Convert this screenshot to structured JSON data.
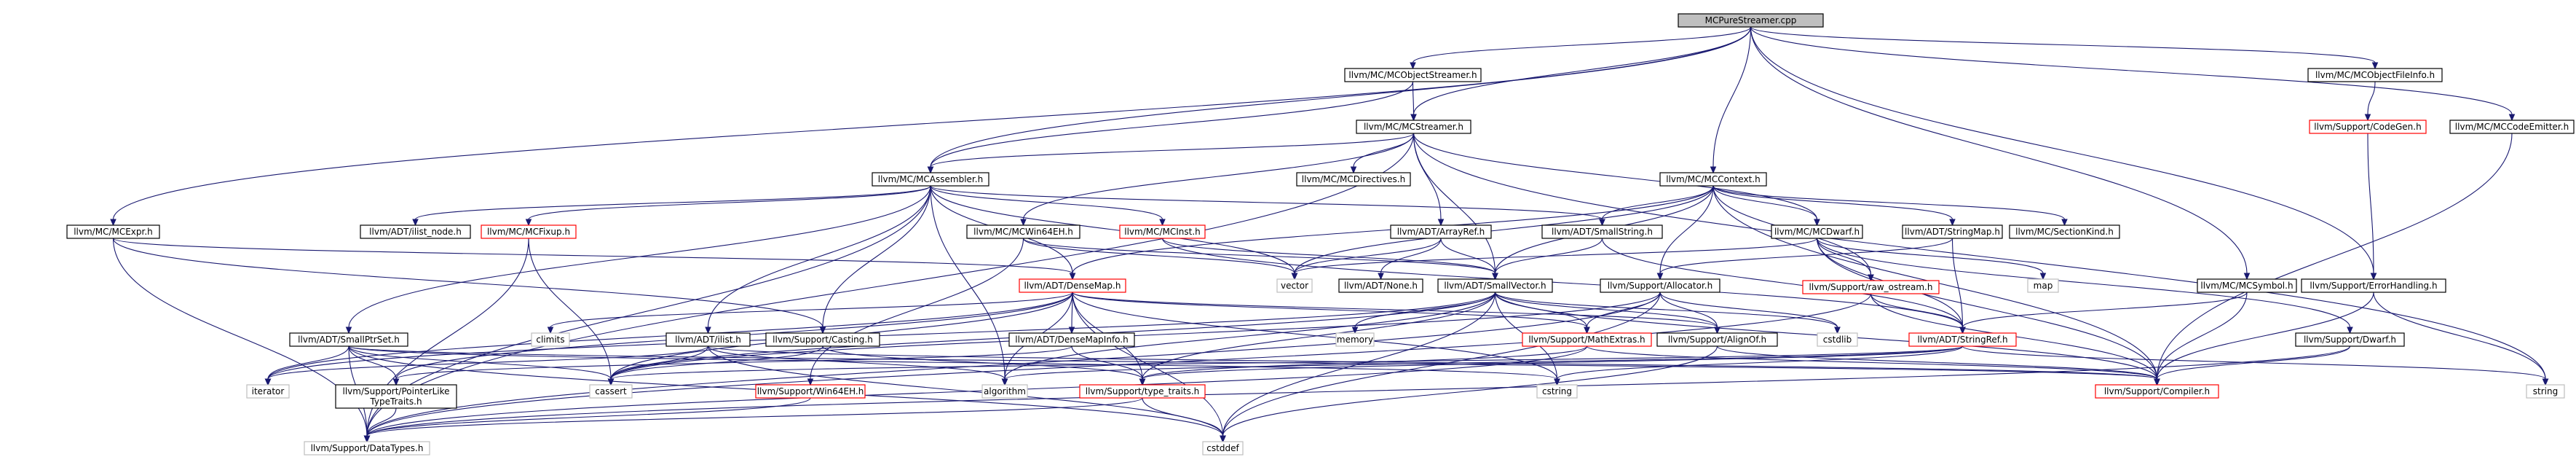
{
  "colors": {
    "edge": "#191970",
    "border_default": "#000000",
    "border_red": "#ff0000",
    "border_gray": "#bfbfbf",
    "fill_root": "#bfbfbf",
    "fill_default": "#ffffff",
    "text": "#000000"
  },
  "nodes": [
    {
      "id": "root",
      "label": "MCPureStreamer.cpp",
      "style": "root"
    },
    {
      "id": "mcobjstreamer",
      "label": "llvm/MC/MCObjectStreamer.h",
      "style": "black"
    },
    {
      "id": "mcstreamer",
      "label": "llvm/MC/MCStreamer.h",
      "style": "black"
    },
    {
      "id": "mcobjfileinfo",
      "label": "llvm/MC/MCObjectFileInfo.h",
      "style": "black"
    },
    {
      "id": "mccodeemitter",
      "label": "llvm/MC/MCCodeEmitter.h",
      "style": "black"
    },
    {
      "id": "codegen",
      "label": "llvm/Support/CodeGen.h",
      "style": "red"
    },
    {
      "id": "mcassembler",
      "label": "llvm/MC/MCAssembler.h",
      "style": "black"
    },
    {
      "id": "mcdirectives",
      "label": "llvm/MC/MCDirectives.h",
      "style": "black"
    },
    {
      "id": "mccontext",
      "label": "llvm/MC/MCContext.h",
      "style": "black"
    },
    {
      "id": "mcexpr",
      "label": "llvm/MC/MCExpr.h",
      "style": "black"
    },
    {
      "id": "ilistnode",
      "label": "llvm/ADT/ilist_node.h",
      "style": "black"
    },
    {
      "id": "mcfixup",
      "label": "llvm/MC/MCFixup.h",
      "style": "red"
    },
    {
      "id": "mcwin64eh",
      "label": "llvm/MC/MCWin64EH.h",
      "style": "black"
    },
    {
      "id": "mcinst",
      "label": "llvm/MC/MCInst.h",
      "style": "red"
    },
    {
      "id": "arrayref",
      "label": "llvm/ADT/ArrayRef.h",
      "style": "black"
    },
    {
      "id": "smallstring",
      "label": "llvm/ADT/SmallString.h",
      "style": "black"
    },
    {
      "id": "mcdwarf",
      "label": "llvm/MC/MCDwarf.h",
      "style": "black"
    },
    {
      "id": "stringmap",
      "label": "llvm/ADT/StringMap.h",
      "style": "black"
    },
    {
      "id": "sectionkind",
      "label": "llvm/MC/SectionKind.h",
      "style": "black"
    },
    {
      "id": "vector",
      "label": "vector",
      "style": "gray"
    },
    {
      "id": "none",
      "label": "llvm/ADT/None.h",
      "style": "black"
    },
    {
      "id": "map",
      "label": "map",
      "style": "gray"
    },
    {
      "id": "errorhandling",
      "label": "llvm/Support/ErrorHandling.h",
      "style": "black"
    },
    {
      "id": "densemap",
      "label": "llvm/ADT/DenseMap.h",
      "style": "red"
    },
    {
      "id": "smallvector",
      "label": "llvm/ADT/SmallVector.h",
      "style": "black"
    },
    {
      "id": "allocator",
      "label": "llvm/Support/Allocator.h",
      "style": "black"
    },
    {
      "id": "rawostream",
      "label": "llvm/Support/raw_ostream.h",
      "style": "red"
    },
    {
      "id": "mcsymbol",
      "label": "llvm/MC/MCSymbol.h",
      "style": "black"
    },
    {
      "id": "climits",
      "label": "climits",
      "style": "gray"
    },
    {
      "id": "smallptrset",
      "label": "llvm/ADT/SmallPtrSet.h",
      "style": "black"
    },
    {
      "id": "ilist",
      "label": "llvm/ADT/ilist.h",
      "style": "black"
    },
    {
      "id": "casting",
      "label": "llvm/Support/Casting.h",
      "style": "black"
    },
    {
      "id": "densemapinfo",
      "label": "llvm/ADT/DenseMapInfo.h",
      "style": "black"
    },
    {
      "id": "memory",
      "label": "memory",
      "style": "gray"
    },
    {
      "id": "mathextras",
      "label": "llvm/Support/MathExtras.h",
      "style": "red"
    },
    {
      "id": "alignof",
      "label": "llvm/Support/AlignOf.h",
      "style": "black"
    },
    {
      "id": "cstdlib",
      "label": "cstdlib",
      "style": "gray"
    },
    {
      "id": "stringref",
      "label": "llvm/ADT/StringRef.h",
      "style": "red"
    },
    {
      "id": "dwarf",
      "label": "llvm/Support/Dwarf.h",
      "style": "black"
    },
    {
      "id": "string",
      "label": "string",
      "style": "gray"
    },
    {
      "id": "iterator",
      "label": "iterator",
      "style": "gray"
    },
    {
      "id": "pointerlike",
      "label": "llvm/Support/PointerLike\nTypeTraits.h",
      "style": "black"
    },
    {
      "id": "cassert",
      "label": "cassert",
      "style": "gray"
    },
    {
      "id": "algorithm",
      "label": "algorithm",
      "style": "gray"
    },
    {
      "id": "typetraits",
      "label": "llvm/Support/type_traits.h",
      "style": "red"
    },
    {
      "id": "cstring",
      "label": "cstring",
      "style": "gray"
    },
    {
      "id": "compiler",
      "label": "llvm/Support/Compiler.h",
      "style": "red"
    },
    {
      "id": "win64eh",
      "label": "llvm/Support/Win64EH.h",
      "style": "red"
    },
    {
      "id": "datatypes",
      "label": "llvm/Support/DataTypes.h",
      "style": "gray"
    },
    {
      "id": "cstddef",
      "label": "cstddef",
      "style": "gray"
    }
  ],
  "edges": [
    [
      "root",
      "mcobjstreamer"
    ],
    [
      "root",
      "mcstreamer"
    ],
    [
      "root",
      "mcobjfileinfo"
    ],
    [
      "root",
      "mccodeemitter"
    ],
    [
      "root",
      "mcassembler"
    ],
    [
      "root",
      "mccontext"
    ],
    [
      "root",
      "mcexpr"
    ],
    [
      "root",
      "mcsymbol"
    ],
    [
      "root",
      "errorhandling"
    ],
    [
      "mcobjstreamer",
      "mcstreamer"
    ],
    [
      "mcobjstreamer",
      "mcassembler"
    ],
    [
      "mcstreamer",
      "mcassembler"
    ],
    [
      "mcstreamer",
      "mcdirectives"
    ],
    [
      "mcstreamer",
      "mcwin64eh"
    ],
    [
      "mcstreamer",
      "arrayref"
    ],
    [
      "mcstreamer",
      "mcdwarf"
    ],
    [
      "mcstreamer",
      "smallvector"
    ],
    [
      "mcstreamer",
      "string"
    ],
    [
      "mcstreamer",
      "datatypes"
    ],
    [
      "mcobjfileinfo",
      "codegen"
    ],
    [
      "codegen",
      "errorhandling"
    ],
    [
      "mccodeemitter",
      "compiler"
    ],
    [
      "mcassembler",
      "ilistnode"
    ],
    [
      "mcassembler",
      "mcfixup"
    ],
    [
      "mcassembler",
      "mcinst"
    ],
    [
      "mcassembler",
      "smallstring"
    ],
    [
      "mcassembler",
      "densemap"
    ],
    [
      "mcassembler",
      "smallptrset"
    ],
    [
      "mcassembler",
      "ilist"
    ],
    [
      "mcassembler",
      "casting"
    ],
    [
      "mcassembler",
      "vector"
    ],
    [
      "mcassembler",
      "algorithm"
    ],
    [
      "mcassembler",
      "datatypes"
    ],
    [
      "mccontext",
      "mcdwarf"
    ],
    [
      "mccontext",
      "stringmap"
    ],
    [
      "mccontext",
      "sectionkind"
    ],
    [
      "mccontext",
      "densemap"
    ],
    [
      "mccontext",
      "smallstring"
    ],
    [
      "mccontext",
      "allocator"
    ],
    [
      "mccontext",
      "rawostream"
    ],
    [
      "mccontext",
      "vector"
    ],
    [
      "mccontext",
      "smallvector"
    ],
    [
      "mccontext",
      "compiler"
    ],
    [
      "mcexpr",
      "casting"
    ],
    [
      "mcexpr",
      "densemap"
    ],
    [
      "mcexpr",
      "datatypes"
    ],
    [
      "mcfixup",
      "cassert"
    ],
    [
      "mcfixup",
      "datatypes"
    ],
    [
      "mcwin64eh",
      "win64eh"
    ],
    [
      "mcwin64eh",
      "smallvector"
    ],
    [
      "mcwin64eh",
      "vector"
    ],
    [
      "mcinst",
      "smallvector"
    ],
    [
      "mcinst",
      "stringref"
    ],
    [
      "arrayref",
      "none"
    ],
    [
      "arrayref",
      "smallvector"
    ],
    [
      "arrayref",
      "vector"
    ],
    [
      "smallstring",
      "smallvector"
    ],
    [
      "smallstring",
      "stringref"
    ],
    [
      "mcdwarf",
      "stringref"
    ],
    [
      "mcdwarf",
      "rawostream"
    ],
    [
      "mcdwarf",
      "dwarf"
    ],
    [
      "mcdwarf",
      "vector"
    ],
    [
      "mcdwarf",
      "compiler"
    ],
    [
      "mcdwarf",
      "map"
    ],
    [
      "stringmap",
      "stringref"
    ],
    [
      "stringmap",
      "allocator"
    ],
    [
      "errorhandling",
      "compiler"
    ],
    [
      "errorhandling",
      "string"
    ],
    [
      "densemap",
      "densemapinfo"
    ],
    [
      "densemap",
      "alignof"
    ],
    [
      "densemap",
      "mathextras"
    ],
    [
      "densemap",
      "typetraits"
    ],
    [
      "densemap",
      "algorithm"
    ],
    [
      "densemap",
      "iterator"
    ],
    [
      "densemap",
      "climits"
    ],
    [
      "densemap",
      "cstddef"
    ],
    [
      "densemap",
      "cstring"
    ],
    [
      "densemap",
      "utility"
    ],
    [
      "densemap",
      "cassert"
    ],
    [
      "densemap",
      "pointerlike"
    ],
    [
      "smallvector",
      "alignof"
    ],
    [
      "smallvector",
      "compiler"
    ],
    [
      "smallvector",
      "mathextras"
    ],
    [
      "smallvector",
      "typetraits"
    ],
    [
      "smallvector",
      "algorithm"
    ],
    [
      "smallvector",
      "cassert"
    ],
    [
      "smallvector",
      "cstddef"
    ],
    [
      "smallvector",
      "cstdlib"
    ],
    [
      "smallvector",
      "cstring"
    ],
    [
      "smallvector",
      "iterator"
    ],
    [
      "smallvector",
      "memory"
    ],
    [
      "allocator",
      "alignof"
    ],
    [
      "allocator",
      "datatypes"
    ],
    [
      "allocator",
      "mathextras"
    ],
    [
      "allocator",
      "cassert"
    ],
    [
      "allocator",
      "cstdlib"
    ],
    [
      "allocator",
      "cstddef"
    ],
    [
      "rawostream",
      "stringref"
    ],
    [
      "rawostream",
      "compiler"
    ],
    [
      "rawostream",
      "datatypes"
    ],
    [
      "mcsymbol",
      "stringref"
    ],
    [
      "mcsymbol",
      "compiler"
    ],
    [
      "smallptrset",
      "pointerlike"
    ],
    [
      "smallptrset",
      "datatypes"
    ],
    [
      "smallptrset",
      "compiler"
    ],
    [
      "smallptrset",
      "cassert"
    ],
    [
      "smallptrset",
      "cstddef"
    ],
    [
      "smallptrset",
      "cstring"
    ],
    [
      "smallptrset",
      "iterator"
    ],
    [
      "ilist",
      "compiler"
    ],
    [
      "ilist",
      "algorithm"
    ],
    [
      "ilist",
      "cassert"
    ],
    [
      "ilist",
      "cstddef"
    ],
    [
      "ilist",
      "iterator"
    ],
    [
      "casting",
      "typetraits"
    ],
    [
      "casting",
      "cassert"
    ],
    [
      "densemapinfo",
      "typetraits"
    ],
    [
      "densemapinfo",
      "pointerlike"
    ],
    [
      "mathextras",
      "compiler"
    ],
    [
      "mathextras",
      "datatypes"
    ],
    [
      "mathextras",
      "typetraits"
    ],
    [
      "alignof",
      "compiler"
    ],
    [
      "alignof",
      "cstddef"
    ],
    [
      "stringref",
      "typetraits"
    ],
    [
      "stringref",
      "algorithm"
    ],
    [
      "stringref",
      "cassert"
    ],
    [
      "stringref",
      "cstring"
    ],
    [
      "stringref",
      "string"
    ],
    [
      "stringref",
      "utility"
    ],
    [
      "dwarf",
      "compiler"
    ],
    [
      "dwarf",
      "datatypes"
    ],
    [
      "pointerlike",
      "datatypes"
    ],
    [
      "typetraits",
      "datatypes"
    ],
    [
      "typetraits",
      "cstddef"
    ],
    [
      "win64eh",
      "datatypes"
    ]
  ]
}
